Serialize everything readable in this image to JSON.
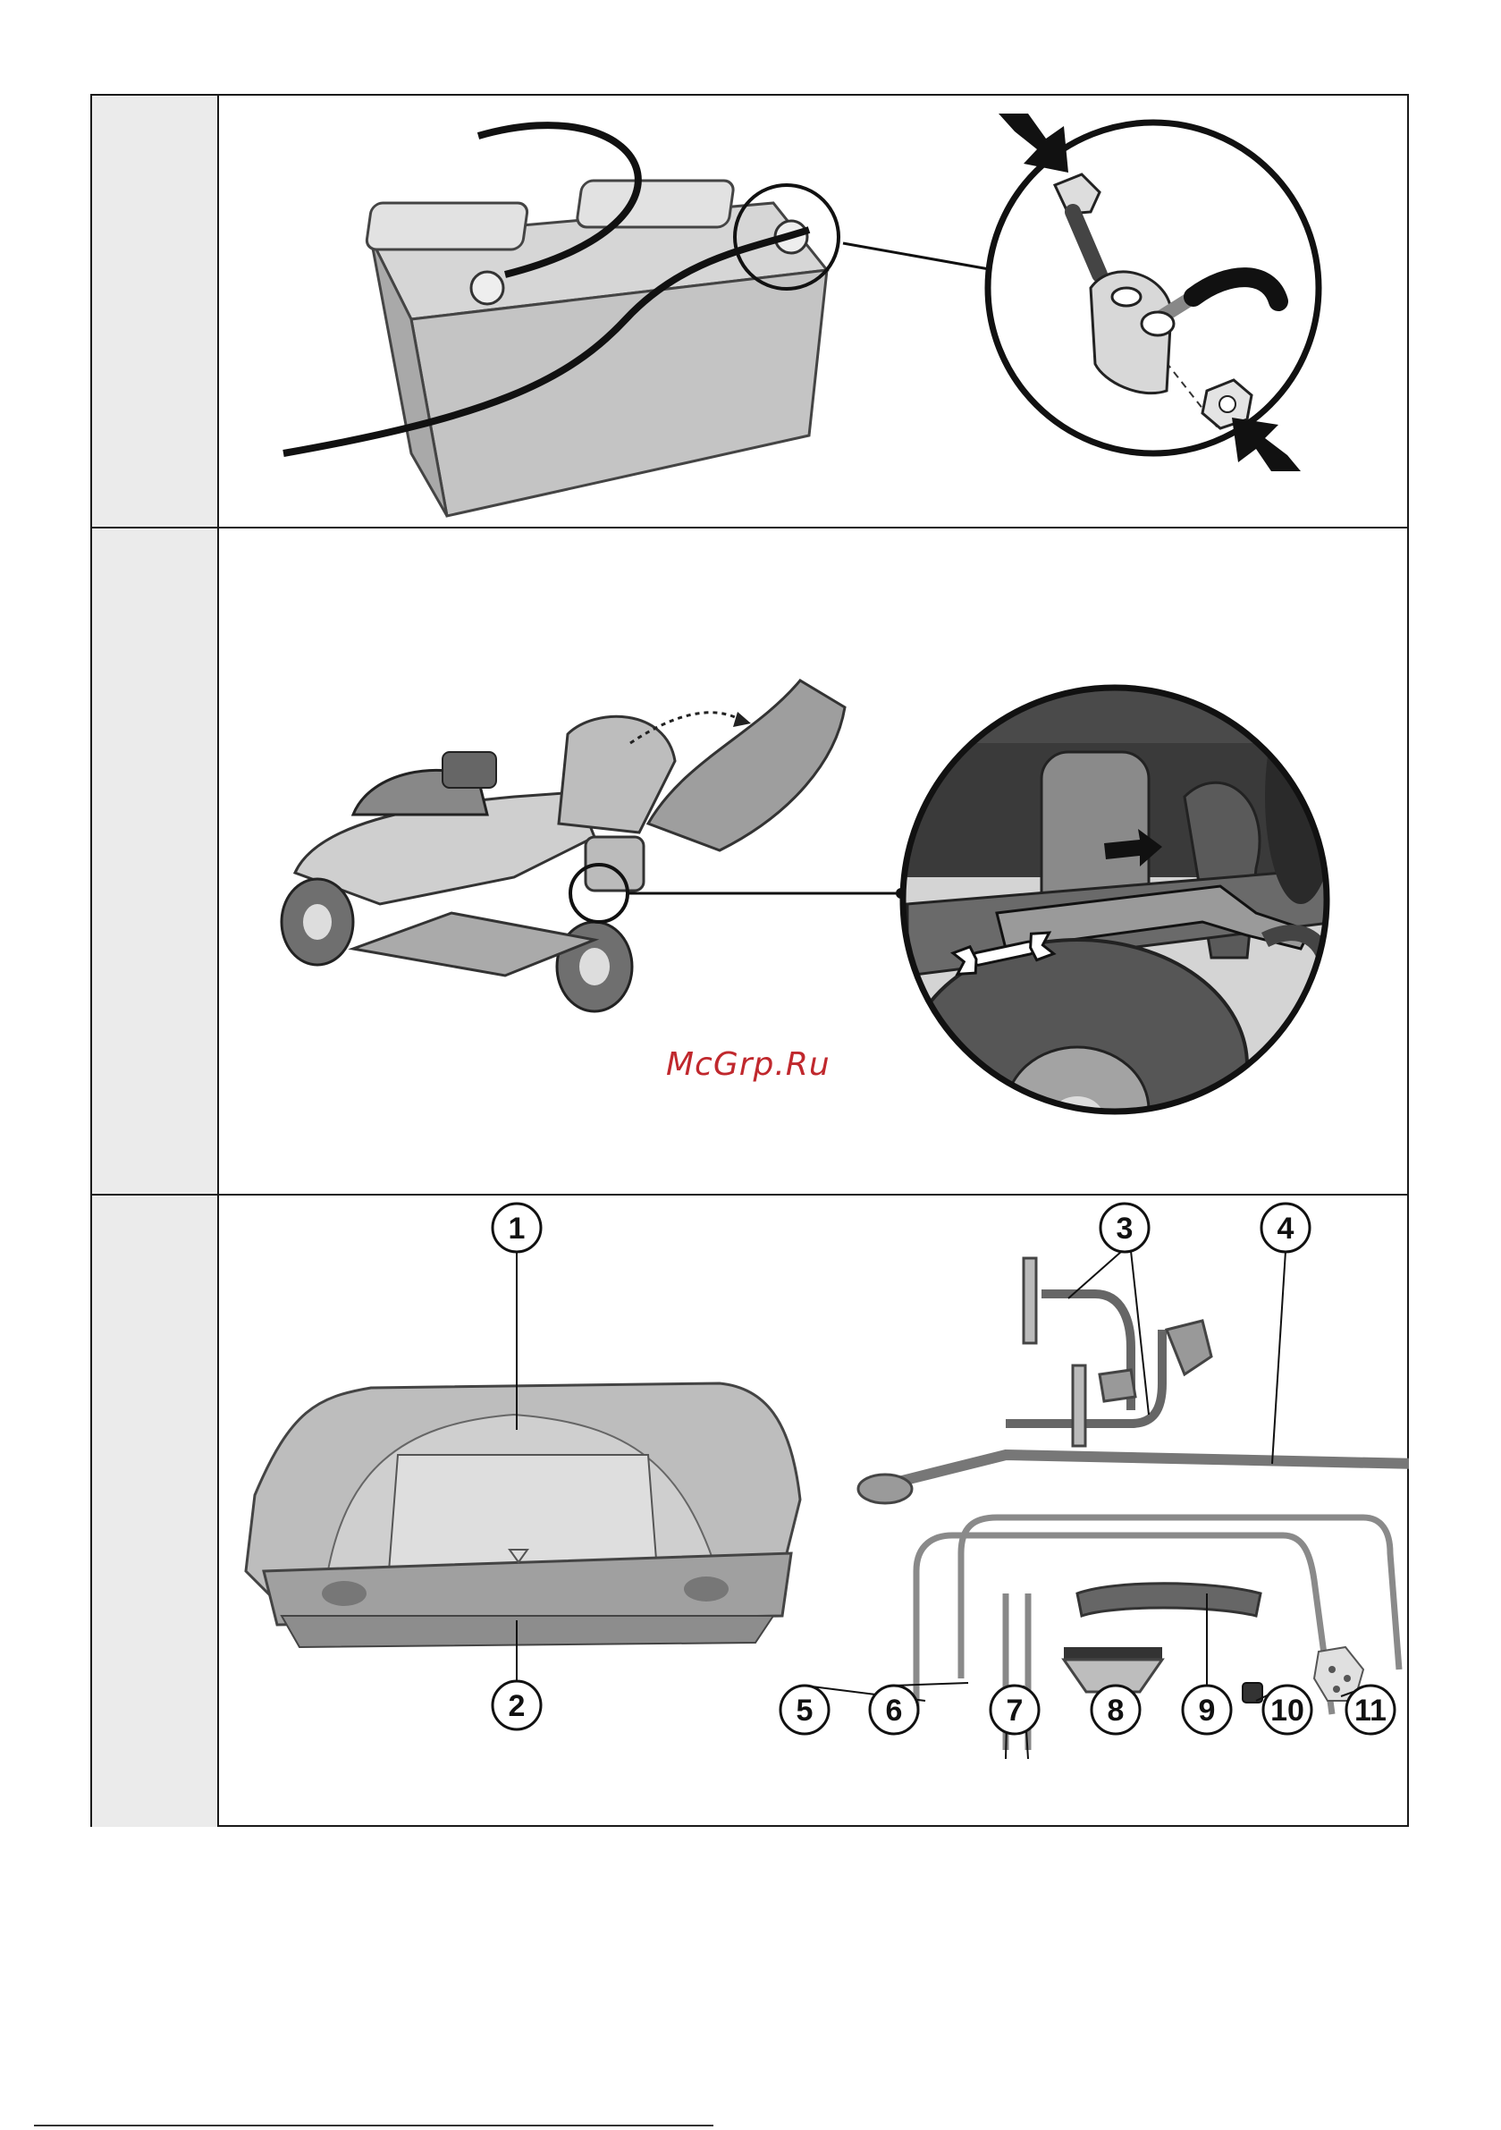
{
  "watermark": "McGrp.Ru",
  "callouts": [
    "1",
    "2",
    "3",
    "4",
    "5",
    "6",
    "7",
    "8",
    "9",
    "10",
    "11"
  ],
  "icons": [
    "battery-terminal-icon",
    "wrench-icon",
    "arrow-icon"
  ],
  "colors": {
    "watermark": "#c0282d",
    "border": "#1a1a1a",
    "sidebar": "#ebebeb"
  }
}
